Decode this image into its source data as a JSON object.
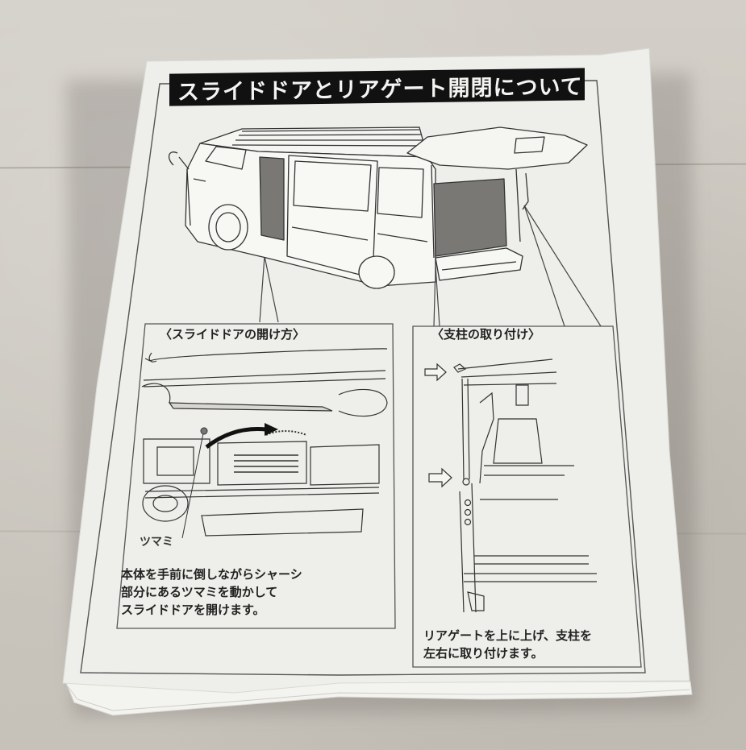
{
  "document": {
    "title": "スライドドアとリアゲート開閉について",
    "panels": [
      {
        "heading": "〈スライドドアの開け方〉",
        "callout_label": "ツマミ",
        "instructions": [
          "本体を手前に倒しながらシャーシ",
          "部分にあるツマミを動かして",
          "スライドドアを開けます。"
        ]
      },
      {
        "heading": "〈支柱の取り付け〉",
        "instructions": [
          "リアゲートを上に上げ、支柱を",
          "左右に取り付けます。"
        ]
      }
    ],
    "colors": {
      "title_bar_bg": "#111111",
      "title_text": "#f4f4f2",
      "paper": "#eeeeea",
      "floor": "#cbc7bf",
      "ink": "#333333",
      "panel_fill": "#7a7875"
    }
  }
}
